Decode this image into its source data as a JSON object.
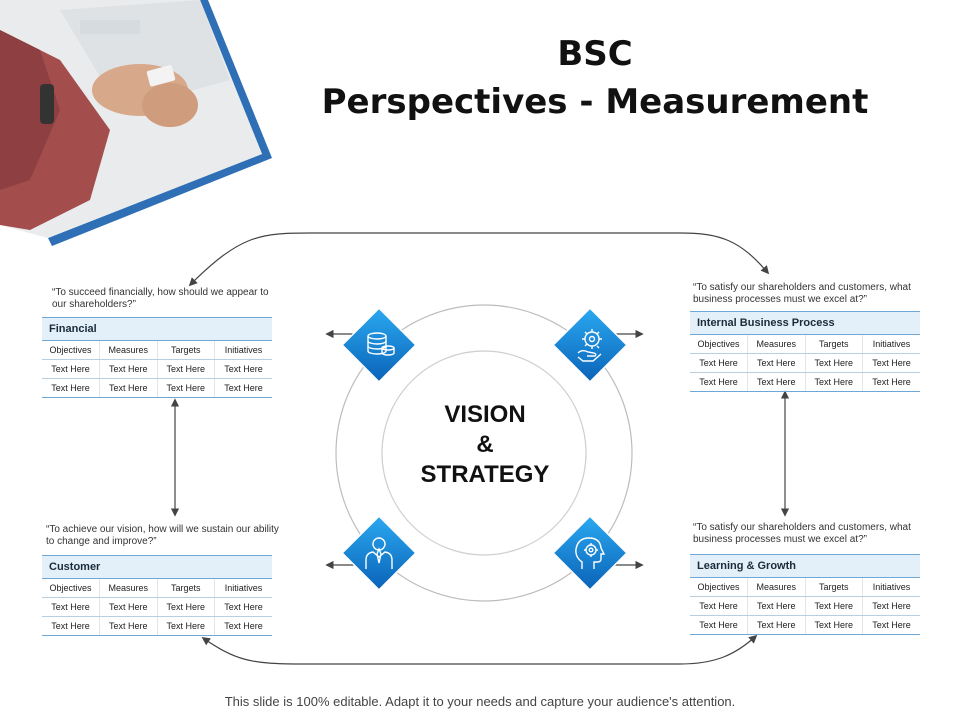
{
  "title": {
    "line1": "BSC",
    "line2": "Perspectives - Measurement"
  },
  "center": {
    "line1": "VISION",
    "line2": "&",
    "line3": "STRATEGY"
  },
  "colors": {
    "accent": "#1a8fe0",
    "accent_dark": "#0b63b8",
    "panel_header": "#e3f0f9",
    "panel_border": "#6fa8d6"
  },
  "panels": {
    "financial": {
      "question": "“To succeed financially, how should we appear to our shareholders?”",
      "title": "Financial",
      "header": [
        "Objectives",
        "Measures",
        "Targets",
        "Initiatives"
      ],
      "rows": [
        [
          "Text Here",
          "Text Here",
          "Text Here",
          "Text Here"
        ],
        [
          "Text Here",
          "Text Here",
          "Text Here",
          "Text Here"
        ]
      ],
      "icon": "coins-stack-icon"
    },
    "internal": {
      "question": "“To satisfy our shareholders and customers, what business processes must we excel at?”",
      "title": "Internal Business Process",
      "header": [
        "Objectives",
        "Measures",
        "Targets",
        "Initiatives"
      ],
      "rows": [
        [
          "Text Here",
          "Text Here",
          "Text Here",
          "Text Here"
        ],
        [
          "Text Here",
          "Text Here",
          "Text Here",
          "Text Here"
        ]
      ],
      "icon": "gear-hand-icon"
    },
    "customer": {
      "question": "“To achieve our vision, how will we sustain our ability to change and improve?”",
      "title": "Customer",
      "header": [
        "Objectives",
        "Measures",
        "Targets",
        "Initiatives"
      ],
      "rows": [
        [
          "Text Here",
          "Text Here",
          "Text Here",
          "Text Here"
        ],
        [
          "Text Here",
          "Text Here",
          "Text Here",
          "Text Here"
        ]
      ],
      "icon": "businessman-icon"
    },
    "learning": {
      "question": "“To satisfy our shareholders and customers, what business processes must we excel at?”",
      "title": "Learning & Growth",
      "header": [
        "Objectives",
        "Measures",
        "Targets",
        "Initiatives"
      ],
      "rows": [
        [
          "Text Here",
          "Text Here",
          "Text Here",
          "Text Here"
        ],
        [
          "Text Here",
          "Text Here",
          "Text Here",
          "Text Here"
        ]
      ],
      "icon": "head-gear-icon"
    }
  },
  "footer": "This slide is 100% editable. Adapt it to your needs and capture your audience's attention."
}
